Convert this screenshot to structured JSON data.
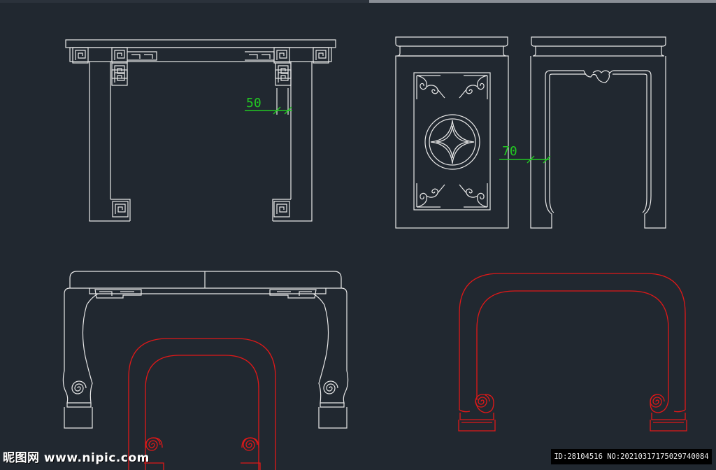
{
  "colors": {
    "background": "#212830",
    "line_white": "#e8e8e8",
    "line_red": "#e01818",
    "dimension_green": "#22c822"
  },
  "dimensions": {
    "front_leg_width": "50",
    "side_leg_width": "70"
  },
  "views": [
    "front-elevation",
    "side-elevation-panel",
    "side-elevation-open",
    "console-table-elevation",
    "scroll-foot-leg-frame",
    "scroll-foot-frame"
  ],
  "watermark": {
    "logo": "昵图网 www.nipic.com",
    "id_text": "ID:28104516 NO:20210317175029740084"
  },
  "icons": [
    "coin-medallion-icon",
    "cloud-corner-icon",
    "fret-pattern-icon",
    "scroll-foot-icon"
  ]
}
